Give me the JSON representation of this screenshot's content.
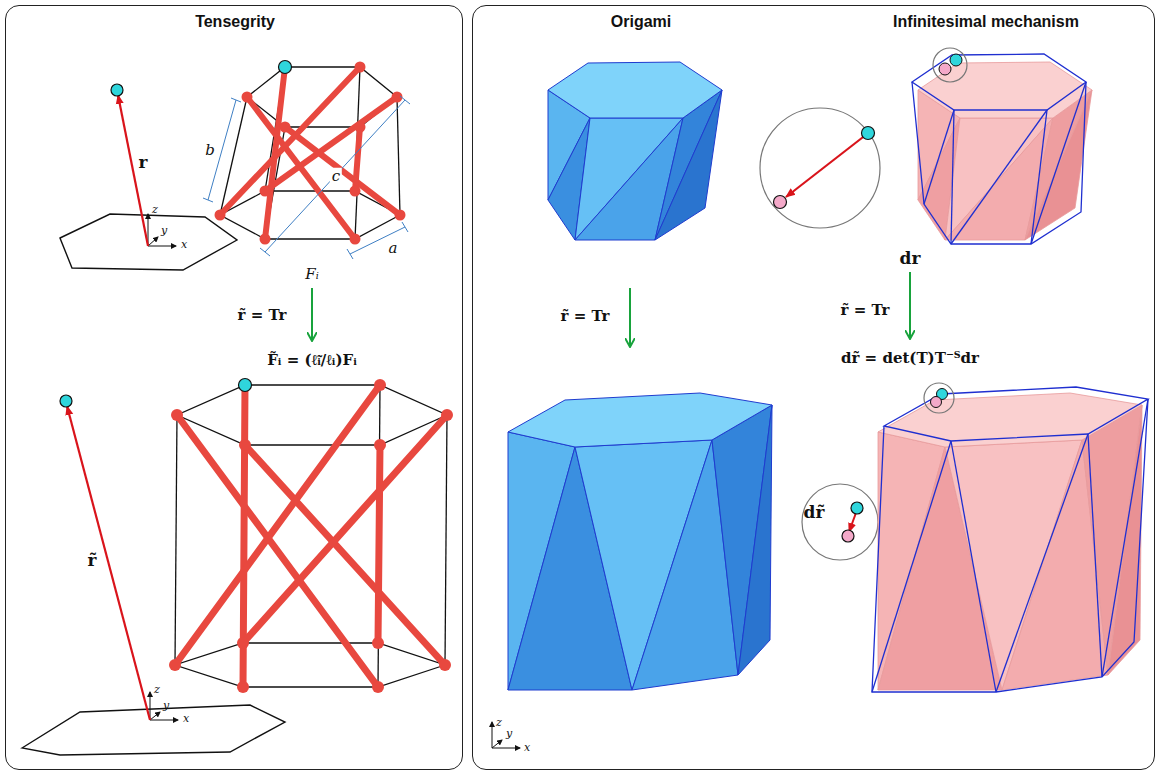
{
  "diagram": {
    "nodes": [
      {
        "text": [
          "Tensegrity"
        ]
      },
      {
        "text": [
          "Origami",
          "Infinitesimal mechanism"
        ]
      }
    ],
    "labels": [
      "r",
      "z",
      "y",
      "x",
      "b",
      "c",
      "a",
      "Fᵢ",
      "r̃ = Tr",
      "F̃ᵢ = (ℓ̃ᵢ/ℓᵢ)Fᵢ",
      "r̃",
      "z",
      "y",
      "x",
      "r̃ = Tr",
      "dr",
      "r̃ = Tr",
      "dr̃ = det(T)T⁻ᵀdr",
      "dr̃",
      "z",
      "y",
      "x"
    ]
  }
}
